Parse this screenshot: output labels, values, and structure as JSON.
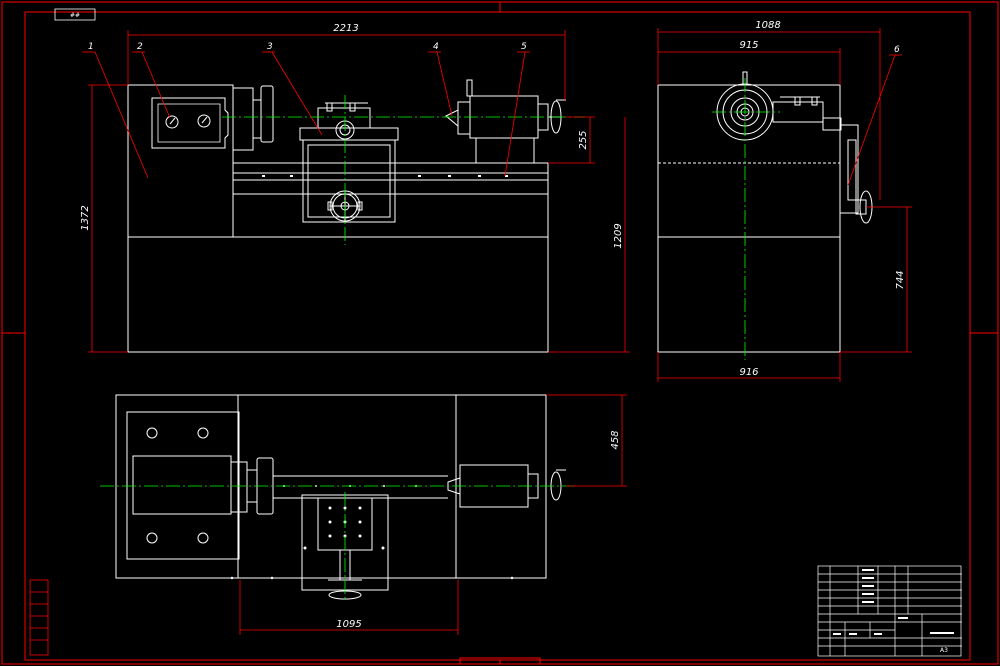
{
  "drawing": {
    "corner_tag": "##",
    "sheet_size": "A3"
  },
  "front_view": {
    "dimensions": {
      "overall_length": "2213",
      "total_height": "1372",
      "bed_height": "1209",
      "tailstock_height": "255"
    },
    "part_labels": [
      "1",
      "2",
      "3",
      "4",
      "5"
    ]
  },
  "side_view": {
    "dimensions": {
      "overall_width": "1088",
      "inner_width": "915",
      "base_width": "916",
      "base_height": "744"
    },
    "part_labels": [
      "6"
    ]
  },
  "top_view": {
    "dimensions": {
      "depth": "458",
      "carriage_span": "1095"
    }
  },
  "colors": {
    "background": "#000000",
    "border": "#ff0000",
    "geometry": "#ffffff",
    "centerline": "#00ff00",
    "leader": "#ff0000"
  }
}
